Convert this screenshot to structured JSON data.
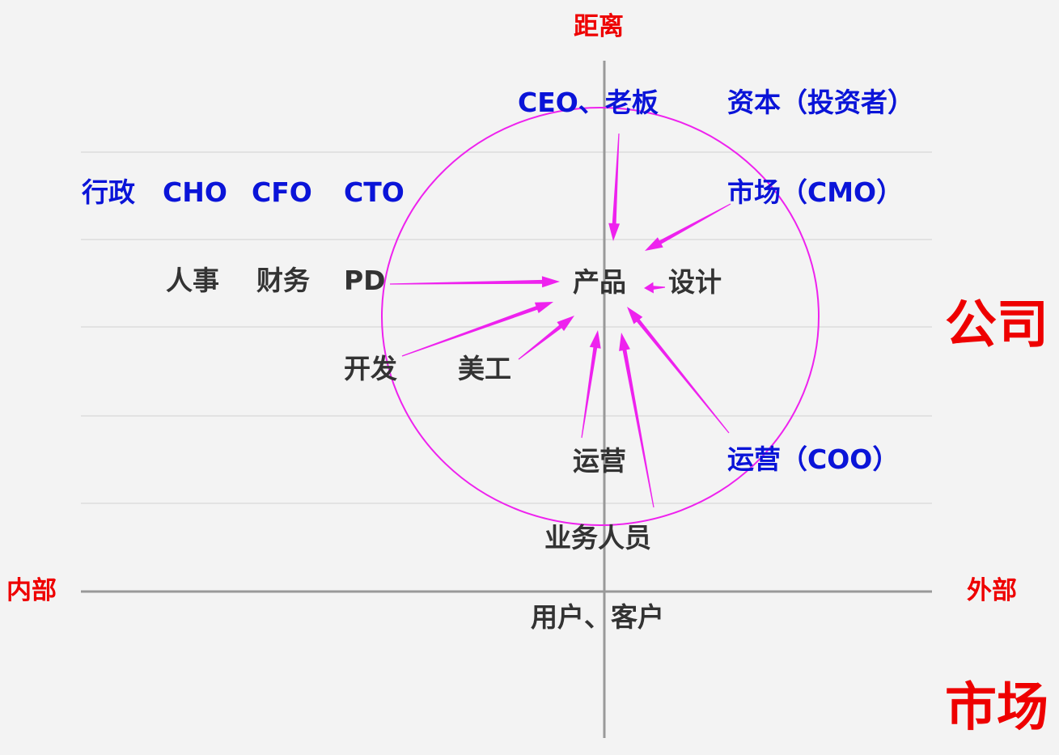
{
  "axes": {
    "top": "距离",
    "left": "内部",
    "right": "外部"
  },
  "big_labels": {
    "company": "公司",
    "market": "市场"
  },
  "labels": {
    "ceo": "CEO、老板",
    "capital": "资本（投资者）",
    "admin": "行政",
    "cho": "CHO",
    "cfo": "CFO",
    "cto": "CTO",
    "cmo": "市场（CMO）",
    "hr": "人事",
    "finance": "财务",
    "pd": "PD",
    "product": "产品",
    "design": "设计",
    "dev": "开发",
    "art": "美工",
    "ops": "运营",
    "coo": "运营（COO）",
    "sales": "业务人员",
    "customer": "用户、客户"
  },
  "colors": {
    "primary_labels": "#0a14d8",
    "secondary_labels": "#333333",
    "axis_labels": "#ee0000",
    "circle_and_arrows": "#ee22ee",
    "axis_lines": "#999999",
    "grid_lines": "#dddddd",
    "background": "#f3f3f3"
  }
}
